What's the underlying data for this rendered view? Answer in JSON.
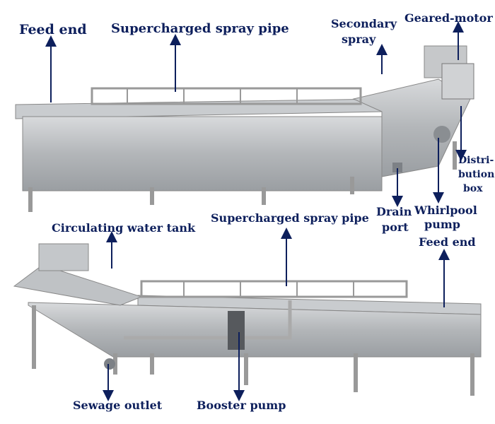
{
  "colors": {
    "label": "#0d1f5c",
    "steel": "#b9bcbf"
  },
  "top_machine": {
    "labels": {
      "feed_end": "Feed end",
      "spray_pipe": "Supercharged spray pipe",
      "secondary_spray_1": "Secondary",
      "secondary_spray_2": "spray",
      "geared_motor": "Geared-motor",
      "distribution_box_1": "Distri-",
      "distribution_box_2": "bution",
      "distribution_box_3": "box",
      "drain_port_1": "Drain",
      "drain_port_2": "port",
      "whirlpool_pump_1": "Whirlpool",
      "whirlpool_pump_2": "pump"
    }
  },
  "bottom_machine": {
    "labels": {
      "spray_pipe": "Supercharged spray pipe",
      "circulating_tank": "Circulating water tank",
      "feed_end": "Feed end",
      "sewage_outlet": "Sewage outlet",
      "booster_pump": "Booster pump"
    }
  }
}
